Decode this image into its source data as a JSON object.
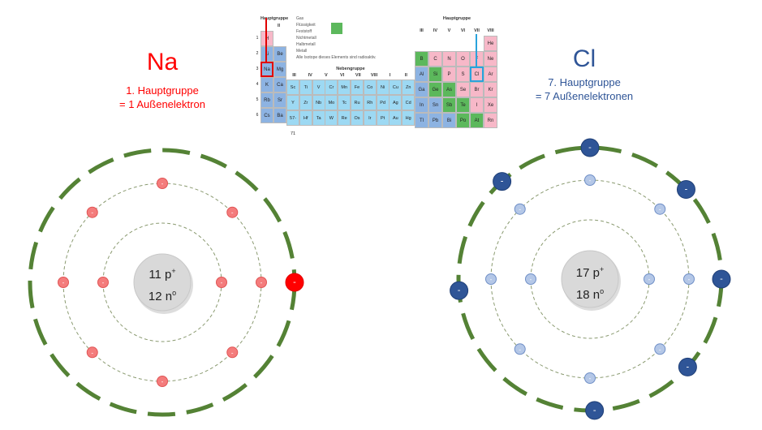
{
  "na": {
    "symbol": "Na",
    "line1": "1. Hauptgruppe",
    "line2": "= 1 Außenelektron",
    "protons": "11 p",
    "neutrons": "12 n",
    "shells": [
      2,
      8,
      1
    ],
    "color": "#ff0000"
  },
  "cl": {
    "symbol": "Cl",
    "line1": "7. Hauptgruppe",
    "line2": "= 7 Außenelektronen",
    "protons": "17 p",
    "neutrons": "18 n",
    "shells": [
      2,
      8,
      7
    ],
    "color": "#2f5597"
  },
  "charge_plus": "+",
  "charge_zero": "o",
  "electron_sign": "-",
  "table": {
    "hauptgruppe": "Hauptgruppe",
    "nebengruppe": "Nebengruppe",
    "left_groups": [
      "I",
      "II"
    ],
    "right_groups": [
      "III",
      "IV",
      "V",
      "VI",
      "VII",
      "VIII"
    ],
    "sub_groups": [
      "III",
      "IV",
      "V",
      "VI",
      "VII",
      "VIII",
      "I",
      "II"
    ],
    "periods": [
      "1",
      "2",
      "3",
      "4",
      "5",
      "6"
    ],
    "legend": [
      "Gas",
      "Flüssigkeit",
      "Feststoff",
      "Nichtmetall",
      "Halbmetall",
      "Metall",
      "Alle Isotope dieses Elements sind radioaktiv."
    ],
    "left_cells": [
      [
        "H",
        ""
      ],
      [
        "Li",
        "Be"
      ],
      [
        "Na",
        "Mg"
      ],
      [
        "K",
        "Ca"
      ],
      [
        "Rb",
        "Sr"
      ],
      [
        "Cs",
        "Ba"
      ]
    ],
    "mid_cells": [
      [
        "Sc",
        "Ti",
        "V",
        "Cr",
        "Mn",
        "Fe",
        "Co",
        "Ni",
        "Cu",
        "Zn"
      ],
      [
        "Y",
        "Zr",
        "Nb",
        "Mo",
        "Tc",
        "Ru",
        "Rh",
        "Pd",
        "Ag",
        "Cd"
      ],
      [
        "57-71",
        "Hf",
        "Ta",
        "W",
        "Re",
        "Os",
        "Ir",
        "Pt",
        "Au",
        "Hg"
      ]
    ],
    "right_cells": [
      [
        "",
        "",
        "",
        "",
        "",
        "He"
      ],
      [
        "B",
        "C",
        "N",
        "O",
        "F",
        "Ne"
      ],
      [
        "Al",
        "Si",
        "P",
        "S",
        "Cl",
        "Ar"
      ],
      [
        "Ga",
        "Ge",
        "As",
        "Se",
        "Br",
        "Kr"
      ],
      [
        "In",
        "Sn",
        "Sb",
        "Te",
        "I",
        "Xe"
      ],
      [
        "Tl",
        "Pb",
        "Bi",
        "Po",
        "At",
        "Rn"
      ]
    ],
    "colors": {
      "metal": "#8db3e2",
      "transition": "#9dd9f3",
      "nonmetal": "#f7b8c8",
      "semimetal": "#5cb85c",
      "highlight_na": "#e00000",
      "highlight_cl": "#29a3dc"
    }
  }
}
